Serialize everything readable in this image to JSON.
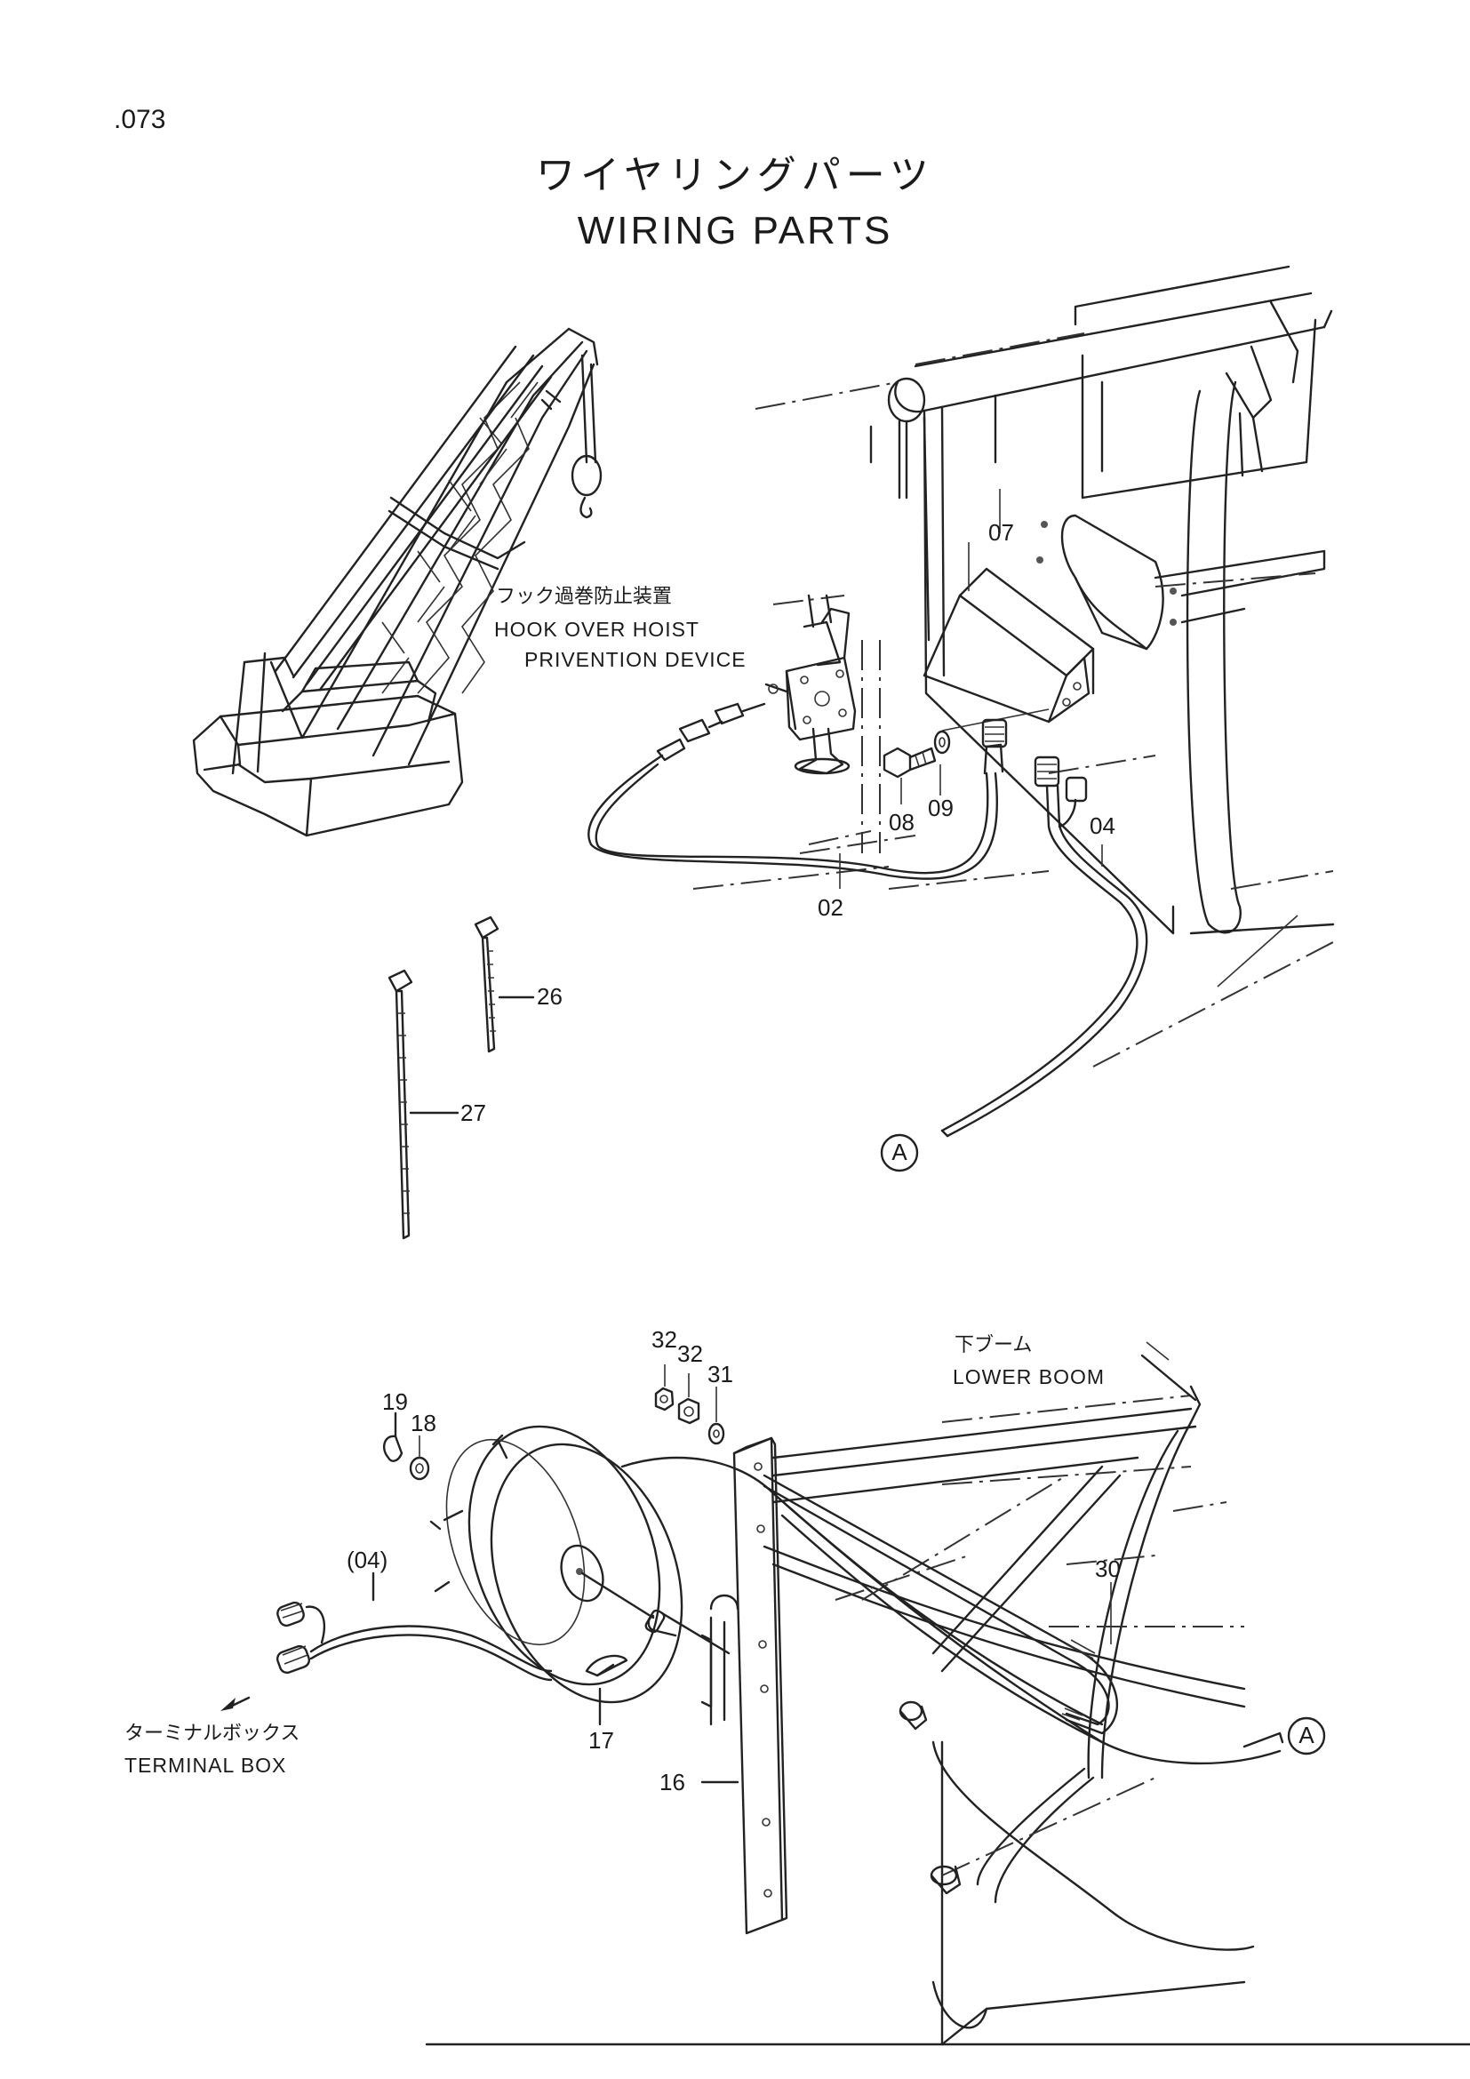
{
  "page": {
    "number": ".073"
  },
  "title": {
    "ja": "ワイヤリングパーツ",
    "en": "WIRING  PARTS"
  },
  "labels": {
    "hook_device_ja": "フック過巻防止装置",
    "hook_device_en_1": "HOOK OVER HOIST",
    "hook_device_en_2": "PRIVENTION DEVICE",
    "lower_boom_ja": "下ブーム",
    "lower_boom_en": "LOWER  BOOM",
    "terminal_box_ja": "ターミナルボックス",
    "terminal_box_en": "TERMINAL  BOX",
    "connector": "A"
  },
  "parts": {
    "p07": "07",
    "p08": "08",
    "p09": "09",
    "p02": "02",
    "p04": "04",
    "p26": "26",
    "p27": "27",
    "p32a": "32",
    "p32b": "32",
    "p31": "31",
    "p19": "19",
    "p18": "18",
    "p04ref": "(04)",
    "p17": "17",
    "p16": "16",
    "p30": "30"
  }
}
